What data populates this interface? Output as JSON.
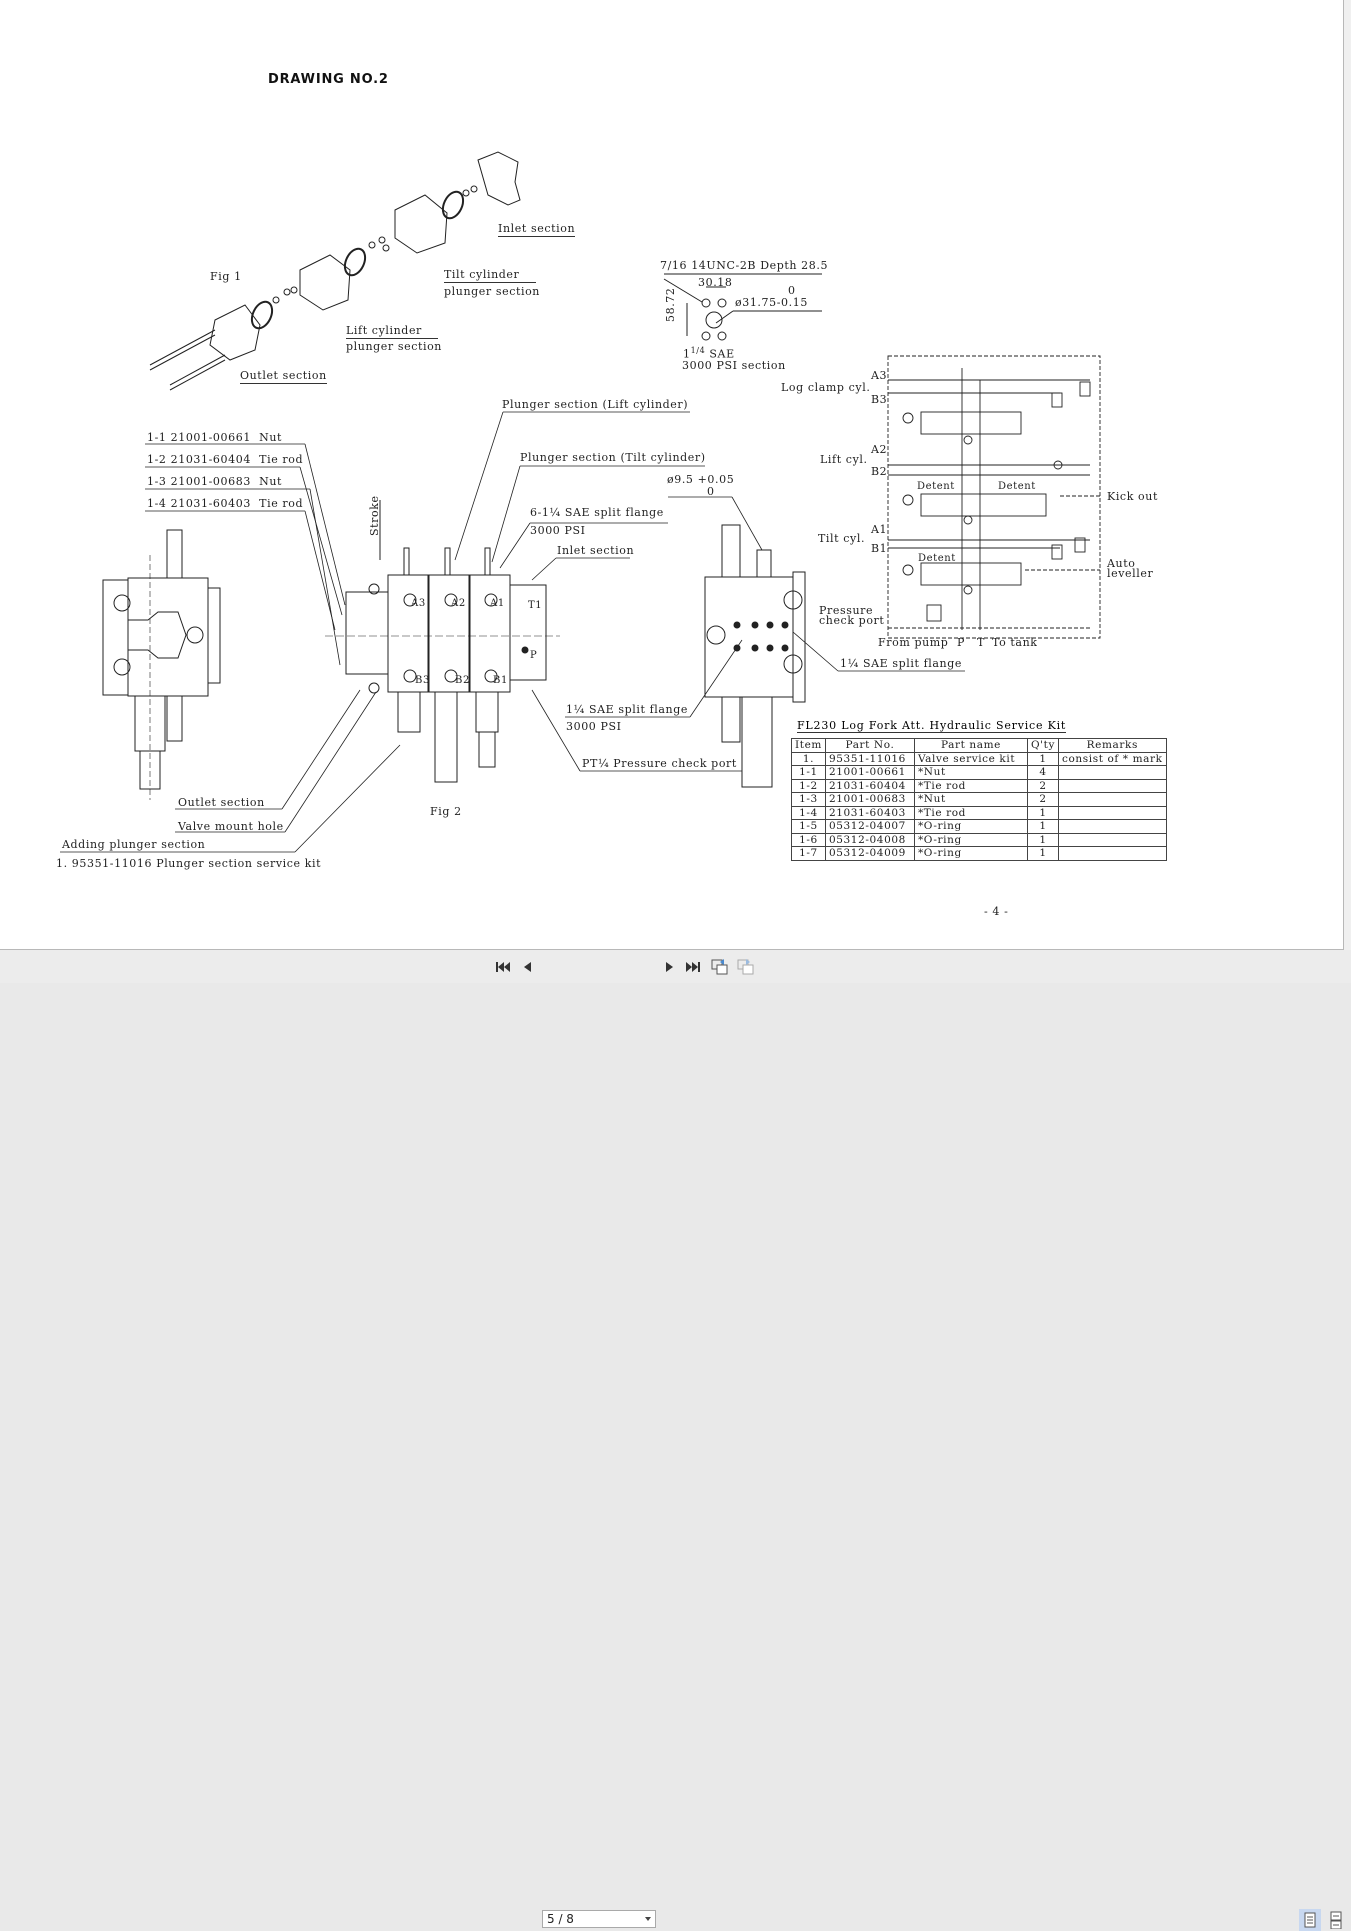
{
  "document": {
    "title": "DRAWING NO.2",
    "page_footer": "- 4 -",
    "fig1": {
      "label": "Fig 1",
      "callouts": {
        "inlet": "Inlet section",
        "tilt_line1": "Tilt cylinder",
        "tilt_line2": "plunger section",
        "lift_line1": "Lift cylinder",
        "lift_line2": "plunger section",
        "outlet": "Outlet section"
      }
    },
    "flange_detail": {
      "thread": "7/16 14UNC-2B Depth 28.5",
      "width_dim": "30.18",
      "height_dim": "58.72",
      "dia_upper": "0",
      "dia": "ø31.75-0.15",
      "size_whole": "1",
      "size_frac": "1/4",
      "size_rest": " SAE",
      "pressure": "3000 PSI section"
    },
    "fig2": {
      "label": "Fig 2",
      "parts_callouts": [
        {
          "item": "1-1",
          "part_no": "21001-00661",
          "name": "Nut"
        },
        {
          "item": "1-2",
          "part_no": "21031-60404",
          "name": "Tie rod"
        },
        {
          "item": "1-3",
          "part_no": "21001-00683",
          "name": "Nut"
        },
        {
          "item": "1-4",
          "part_no": "21031-60403",
          "name": "Tie rod"
        }
      ],
      "stroke": "Stroke",
      "plunger_lift": "Plunger section (Lift cylinder)",
      "plunger_tilt": "Plunger section (Tilt cylinder)",
      "pin_dia": "ø9.5  +0.05",
      "pin_dia_lower": "0",
      "split_flange_6": "6-1¼ SAE split flange",
      "split_flange_6_psi": "3000 PSI",
      "inlet": "Inlet section",
      "ports": [
        "A3",
        "A2",
        "A1",
        "B3",
        "B2",
        "B1",
        "T1",
        "P"
      ],
      "flange_right": "1¼ SAE split flange",
      "flange_bottom": "1¼ SAE split flange",
      "flange_bottom_psi": "3000 PSI",
      "pressure_port": "PT¼ Pressure check port",
      "outlet": "Outlet section",
      "mount_hole": "Valve mount hole",
      "adding_plunger": "Adding plunger section",
      "plunger_kit": "1. 95351-11016 Plunger section service kit"
    },
    "schematic": {
      "log_clamp": "Log clamp cyl.",
      "lift": "Lift cyl.",
      "tilt": "Tilt cyl.",
      "ports": {
        "a3": "A3",
        "b3": "B3",
        "a2": "A2",
        "b2": "B2",
        "a1": "A1",
        "b1": "B1"
      },
      "detent": "Detent",
      "kick_out": "Kick out",
      "auto_line1": "Auto",
      "auto_line2": "leveller",
      "pressure_line1": "Pressure",
      "pressure_line2": "check port",
      "from_pump": "From pump",
      "p": "P",
      "t": "T",
      "to_tank": "To tank"
    },
    "service_kit": {
      "caption": "FL230 Log Fork Att. Hydraulic Service Kit",
      "headers": [
        "Item",
        "Part No.",
        "Part name",
        "Q'ty",
        "Remarks"
      ],
      "rows": [
        {
          "item": "1.",
          "part_no": "95351-11016",
          "name": "Valve service kit",
          "qty": "1",
          "remarks": "consist of * mark"
        },
        {
          "item": "1-1",
          "part_no": "21001-00661",
          "name": "*Nut",
          "qty": "4",
          "remarks": ""
        },
        {
          "item": "1-2",
          "part_no": "21031-60404",
          "name": "*Tie rod",
          "qty": "2",
          "remarks": ""
        },
        {
          "item": "1-3",
          "part_no": "21001-00683",
          "name": "*Nut",
          "qty": "2",
          "remarks": ""
        },
        {
          "item": "1-4",
          "part_no": "21031-60403",
          "name": "*Tie rod",
          "qty": "1",
          "remarks": ""
        },
        {
          "item": "1-5",
          "part_no": "05312-04007",
          "name": "*O-ring",
          "qty": "1",
          "remarks": ""
        },
        {
          "item": "1-6",
          "part_no": "05312-04008",
          "name": "*O-ring",
          "qty": "1",
          "remarks": ""
        },
        {
          "item": "1-7",
          "part_no": "05312-04009",
          "name": "*O-ring",
          "qty": "1",
          "remarks": ""
        }
      ]
    }
  },
  "toolbar": {
    "page_value": "5 / 8",
    "buttons": [
      "first-page-icon",
      "prev-page-icon",
      "next-page-icon",
      "last-page-icon",
      "go-back-icon",
      "go-forward-icon"
    ],
    "view_modes": [
      "single-page-icon",
      "continuous-page-icon"
    ],
    "active_color": "#c8d8f0"
  }
}
